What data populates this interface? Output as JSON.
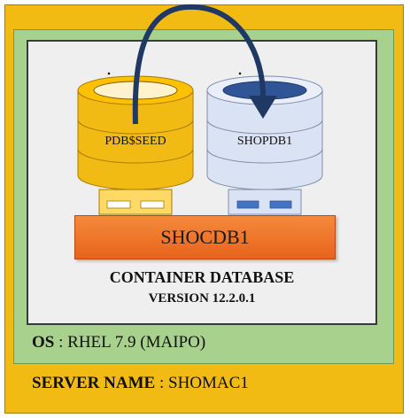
{
  "server": {
    "key": "SERVER NAME",
    "sep": " : ",
    "value": "SHOMAC1"
  },
  "os": {
    "key": "OS",
    "sep": " : ",
    "value": "RHEL 7.9 (MAIPO)"
  },
  "container": {
    "title": "CONTAINER DATABASE",
    "version": "VERSION 12.2.0.1",
    "cdb_name": "SHOCDB1"
  },
  "pdbs": [
    {
      "name": "PDB$SEED",
      "fill": "#f2bb14",
      "top": "#fff2cc"
    },
    {
      "name": "SHOPDB1",
      "fill": "#dae3f3",
      "top": "#2f5597"
    }
  ],
  "colors": {
    "server": "#f2bb14",
    "os": "#a9d18e",
    "cdb": "#ed7d31",
    "arrow": "#1f3864"
  }
}
